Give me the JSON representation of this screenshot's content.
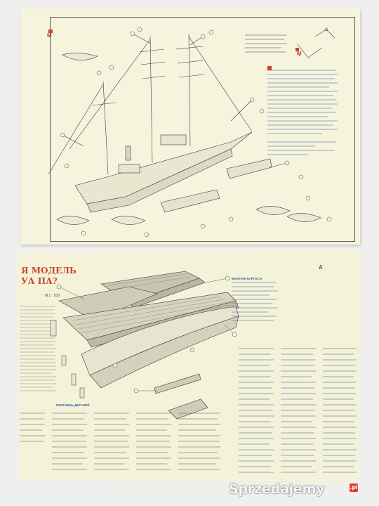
{
  "photo": {
    "subject": "two model-ship kit instruction sheets lying on a white surface"
  },
  "top_sheet": {
    "corner_marks": [
      "M",
      "M"
    ],
    "stamp": ""
  },
  "bottom_sheet": {
    "title": [
      "Я МОДЕЛЬ",
      "УА ПА?"
    ],
    "scale": "М 1 : 100",
    "sheet_letter": "А",
    "parts_list_heading": "ПЕРЕЧЕНЬ ДЕТАЛЕЙ",
    "assembly_heading": "МОНТАЖ КОРПУСА"
  },
  "watermark": {
    "text": "Sprzedajemy",
    "tld": ".pl"
  },
  "colors": {
    "paper": "#f6f4dc",
    "ink_line": "#3a3a3a",
    "ink_blue": "#2e5fa0",
    "ink_red": "#c8452f",
    "background": "#efefee"
  }
}
